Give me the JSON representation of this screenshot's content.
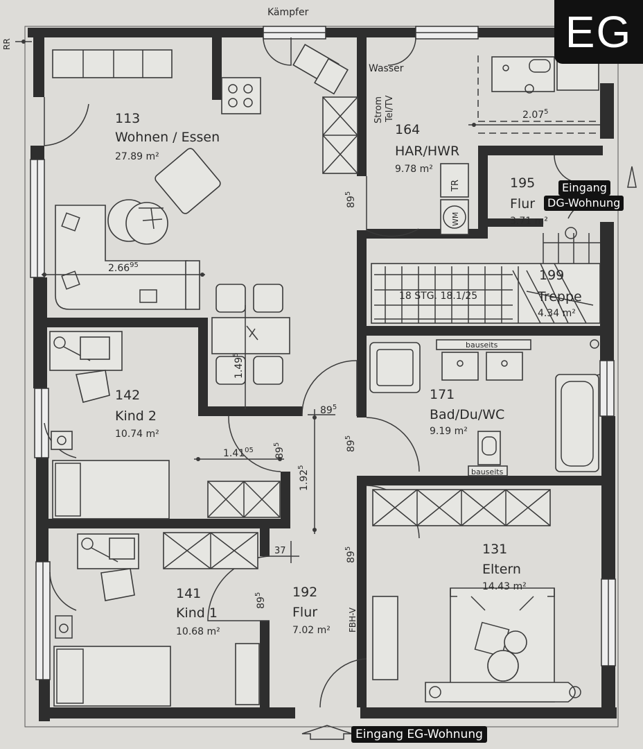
{
  "header": {
    "top_label": "Kämpfer",
    "side_label": "RR",
    "floor_badge": "EG"
  },
  "rooms": {
    "wohnen": {
      "num": "113",
      "name": "Wohnen / Essen",
      "area": "27.89 m²"
    },
    "har": {
      "num": "164",
      "name": "HAR/HWR",
      "area": "9.78 m²"
    },
    "flur195": {
      "num": "195",
      "name": "Flur",
      "area": "3.71 m²"
    },
    "treppe": {
      "num": "199",
      "name": "Treppe",
      "area": "4.34 m²"
    },
    "kind2": {
      "num": "142",
      "name": "Kind 2",
      "area": "10.74 m²"
    },
    "bad": {
      "num": "171",
      "name": "Bad/Du/WC",
      "area": "9.19 m²"
    },
    "kind1": {
      "num": "141",
      "name": "Kind 1",
      "area": "10.68 m²"
    },
    "flur192": {
      "num": "192",
      "name": "Flur",
      "area": "7.02 m²"
    },
    "eltern": {
      "num": "131",
      "name": "Eltern",
      "area": "14.43 m²"
    }
  },
  "labels": {
    "wasser": "Wasser",
    "strom": "Strom",
    "teltv": "Tel/TV",
    "tr": "TR",
    "wm": "WM",
    "stairs": "18 STG. 18.1/25",
    "bauseits_top": "bauseits",
    "bauseits_bottom": "bauseits",
    "fbhv": "FBH-V"
  },
  "dimensions": {
    "d_2075": "2.07",
    "d_2075_sup": "5",
    "d_266": "2.66",
    "d_266_sup": "95",
    "d_149": "1.49",
    "d_149_sup": "5",
    "d_141": "1.41",
    "d_141_sup": "05",
    "d_192": "1.92",
    "d_192_sup": "5",
    "d_37": "37",
    "d_89_a": "89",
    "d_89_a_sup": "5",
    "d_89_b": "89",
    "d_89_b_sup": "5",
    "d_89_c": "89",
    "d_89_c_sup": "5",
    "d_89_d": "89",
    "d_89_d_sup": "5",
    "d_89_e": "89",
    "d_89_e_sup": "5",
    "d_89_f": "89",
    "d_89_f_sup": "5"
  },
  "entrances": {
    "dg_line1": "Eingang",
    "dg_line2": "DG-Wohnung",
    "eg": "Eingang EG-Wohnung"
  }
}
